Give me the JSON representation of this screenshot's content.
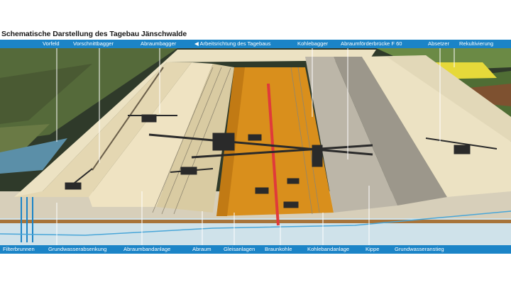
{
  "title": "Schematische Darstellung des Tagebau Jänschwalde",
  "colors": {
    "label_bar": "#1b84c7",
    "coal": "#d98f1c",
    "pit_sand": "#efe3c2",
    "conveyor_red": "#e03a3a",
    "groundwater": "#49a6d8"
  },
  "top_labels": {
    "vorfeld": "Vorfeld",
    "vorschnittbagger": "Vorschnittbagger",
    "abraumbagger": "Abraumbagger",
    "arbeitsrichtung": "◀ Arbeitsrichtung des Tagebaus",
    "kohlebagger": "Kohlebagger",
    "abraumfoerderbruecke": "Abraumförderbrücke F 60",
    "absetzer": "Absetzer",
    "rekultivierung": "Rekultivierung"
  },
  "bottom_labels": {
    "filterbrunnen": "Filterbrunnen",
    "grundwasserabsenkung": "Grundwasserabsenkung",
    "abraumbandanlage": "Abraumbandanlage",
    "abraum": "Abraum",
    "gleisanlagen": "Gleisanlagen",
    "braunkohle": "Braunkohle",
    "kohlebandanlage": "Kohlebandanlage",
    "kippe": "Kippe",
    "grundwasseranstieg": "Grundwasseranstieg"
  }
}
